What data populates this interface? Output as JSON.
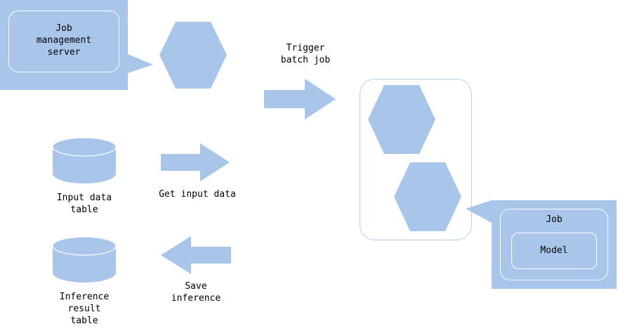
{
  "diagram": {
    "title_text_color": "#000000",
    "accent_fill": "#a9c6ea",
    "accent_stroke": "#a9c6ea",
    "container_border": "#b9d0ee",
    "inner_outline": "#ffffff",
    "background": "#ffffff"
  },
  "nodes": {
    "job_management_server": {
      "label": "Job\nmanagement\nserver",
      "shape": "callout-rectangle"
    },
    "scheduler_hexagon": {
      "label": "",
      "shape": "hexagon"
    },
    "compute_container": {
      "label": "",
      "shape": "rounded-rectangle"
    },
    "worker_hexagon_top": {
      "label": "",
      "shape": "hexagon"
    },
    "worker_hexagon_bottom": {
      "label": "",
      "shape": "hexagon"
    },
    "job_panel": {
      "label": "Job",
      "shape": "callout-rectangle"
    },
    "model_box": {
      "label": "Model",
      "shape": "rounded-rectangle"
    },
    "input_data_table": {
      "label": "Input data\ntable",
      "shape": "cylinder"
    },
    "inference_result_table": {
      "label": "Inference\nresult\ntable",
      "shape": "cylinder"
    }
  },
  "edges": {
    "trigger_batch_job": {
      "label": "Trigger\nbatch job",
      "direction": "right"
    },
    "get_input_data": {
      "label": "Get input data",
      "direction": "right"
    },
    "save_inference": {
      "label": "Save\ninference",
      "direction": "left"
    }
  }
}
